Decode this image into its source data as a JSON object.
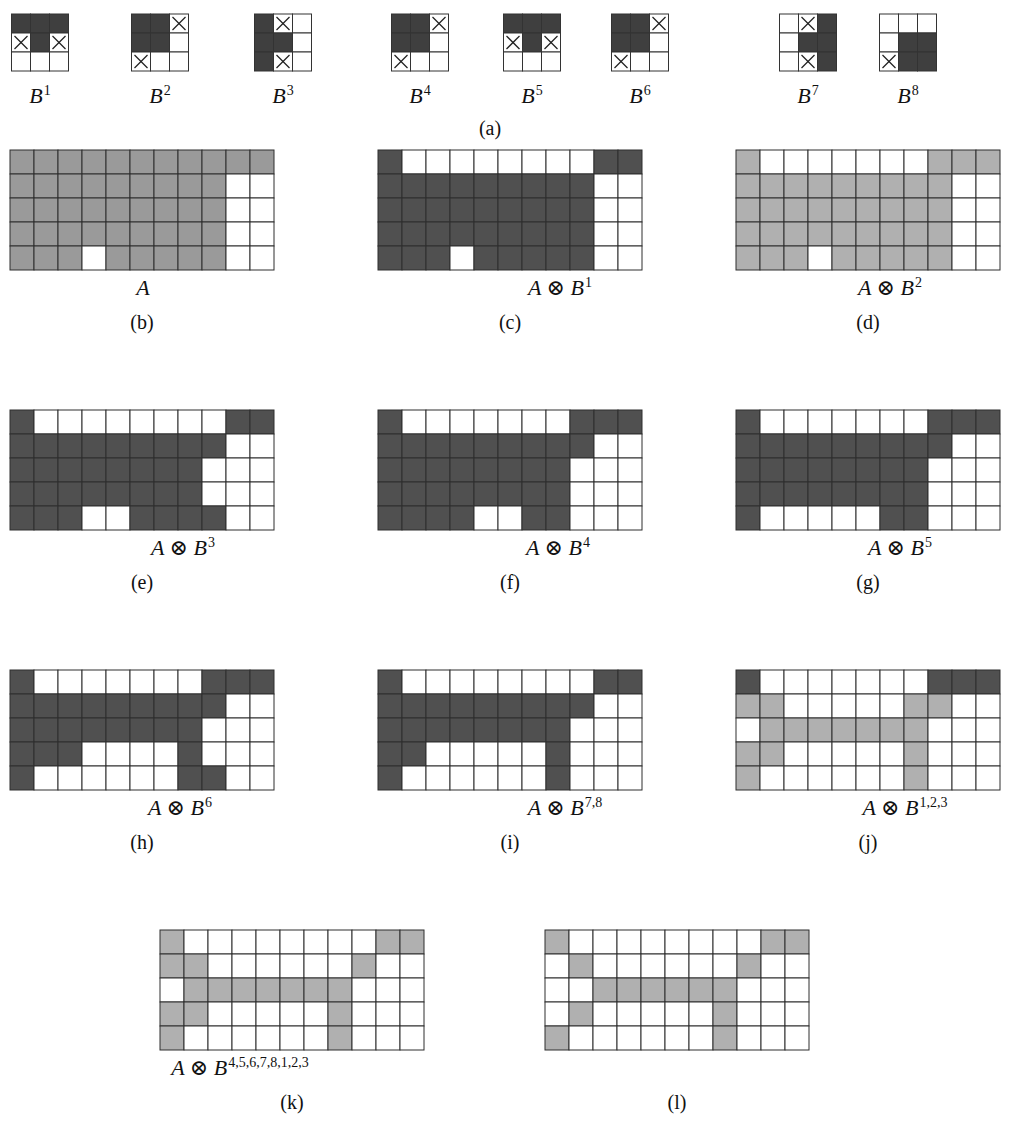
{
  "diagram": {
    "labels": [
      "B",
      "1",
      "B",
      "2",
      "B",
      "3",
      "B",
      "4",
      "B",
      "5",
      "B",
      "6",
      "B",
      "7",
      "B",
      "8",
      "(a)",
      "A",
      "A ⊗ B",
      "1",
      "A ⊗ B",
      "2",
      "(b)",
      "(c)",
      "(d)",
      "A ⊗ B",
      "3",
      "A ⊗ B",
      "4",
      "A ⊗ B",
      "5",
      "(e)",
      "(f)",
      "(g)",
      "A ⊗ B",
      "6",
      "A ⊗ B",
      "7,8",
      "A ⊗ B",
      "1,2,3",
      "(h)",
      "(i)",
      "(j)",
      "A ⊗ B",
      "4,5,6,7,8,1,2,3",
      "(k)",
      "(l)"
    ]
  }
}
